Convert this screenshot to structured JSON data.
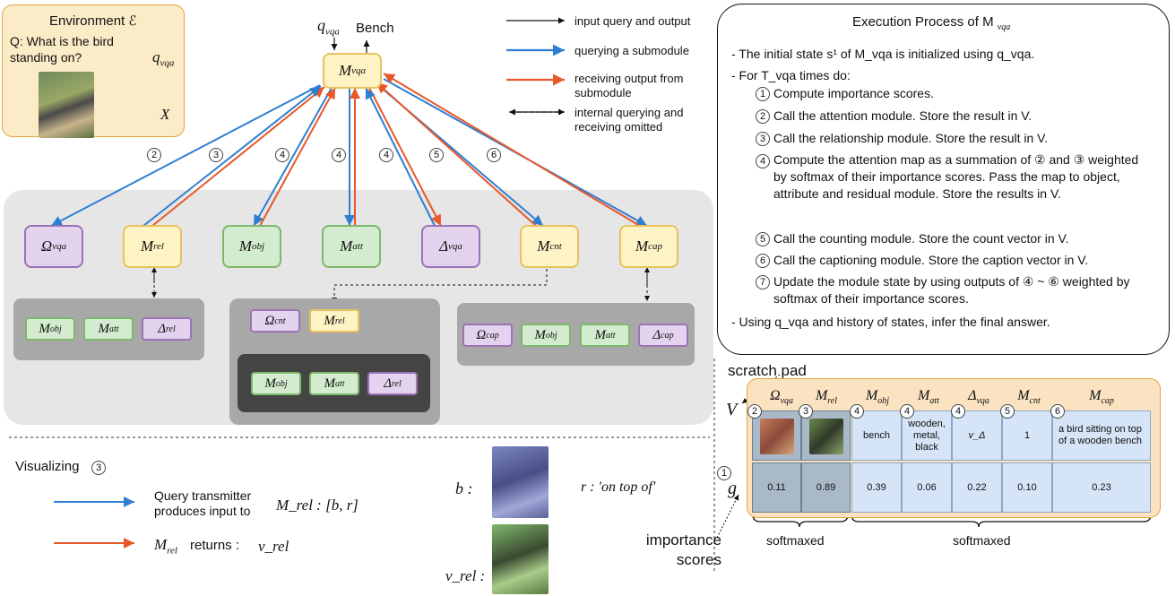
{
  "environment": {
    "title": "Environment ℰ",
    "question": "Q: What is the bird standing on?",
    "q_var": "q",
    "q_sub": "vqa",
    "x_var": "X"
  },
  "top": {
    "q_label": "q",
    "q_sub": "vqa",
    "bench": "Bench",
    "main_module": "M",
    "main_sub": "vqa"
  },
  "legend": {
    "items": [
      {
        "label": "input query and output",
        "color": "#111111"
      },
      {
        "label": "querying a submodule",
        "color": "#2f7fd1"
      },
      {
        "label": "receiving output from submodule",
        "color": "#e8582a"
      },
      {
        "label": "internal querying and receiving omitted",
        "color": "#111111"
      }
    ]
  },
  "edge_numbers": [
    "2",
    "3",
    "4",
    "4",
    "4",
    "5",
    "6"
  ],
  "modules": [
    {
      "sym": "Ω",
      "sub": "vqa",
      "color": "purple"
    },
    {
      "sym": "M",
      "sub": "rel",
      "color": "yellow"
    },
    {
      "sym": "M",
      "sub": "obj",
      "color": "green"
    },
    {
      "sym": "M",
      "sub": "att",
      "color": "green"
    },
    {
      "sym": "Δ",
      "sub": "vqa",
      "color": "purple"
    },
    {
      "sym": "M",
      "sub": "cnt",
      "color": "yellow"
    },
    {
      "sym": "M",
      "sub": "cap",
      "color": "yellow"
    }
  ],
  "rel_sub": [
    {
      "sym": "M",
      "sub": "obj"
    },
    {
      "sym": "M",
      "sub": "att"
    },
    {
      "sym": "Δ",
      "sub": "rel"
    }
  ],
  "cnt_sub": [
    {
      "sym": "Ω",
      "sub": "cnt"
    },
    {
      "sym": "M",
      "sub": "rel"
    }
  ],
  "cnt_inner": [
    {
      "sym": "M",
      "sub": "obj"
    },
    {
      "sym": "M",
      "sub": "att"
    },
    {
      "sym": "Δ",
      "sub": "rel"
    }
  ],
  "cap_sub": [
    {
      "sym": "Ω",
      "sub": "cap"
    },
    {
      "sym": "M",
      "sub": "obj"
    },
    {
      "sym": "M",
      "sub": "att"
    },
    {
      "sym": "Δ",
      "sub": "cap"
    }
  ],
  "execution": {
    "title": "Execution Process of M",
    "title_sub": "vqa",
    "lines": [
      "- The initial state s¹ of M_vqa is initialized using q_vqa.",
      "- For T_vqa times do:"
    ],
    "steps": [
      {
        "n": "1",
        "text": "Compute importance scores."
      },
      {
        "n": "2",
        "text": "Call the attention module. Store the result in V."
      },
      {
        "n": "3",
        "text": "Call the relationship module. Store the result in V."
      },
      {
        "n": "4",
        "text": "Compute the attention map as a summation of ② and ③ weighted by softmax of their importance scores. Pass the map to object, attribute and residual module. Store the results in V."
      },
      {
        "n": "5",
        "text": "Call the counting module. Store the count vector in V."
      },
      {
        "n": "6",
        "text": "Call the captioning module. Store the caption vector in V."
      },
      {
        "n": "7",
        "text": "Update the module state by using outputs of ④ ~ ⑥ weighted by softmax of their importance scores."
      }
    ],
    "final": "- Using q_vqa and history of states, infer the final answer."
  },
  "scratch": {
    "label": "scratch pad",
    "v": "V",
    "g": "g",
    "headers": [
      {
        "sym": "Ω",
        "sub": "vqa"
      },
      {
        "sym": "M",
        "sub": "rel"
      },
      {
        "sym": "M",
        "sub": "obj"
      },
      {
        "sym": "M",
        "sub": "att"
      },
      {
        "sym": "Δ",
        "sub": "vqa"
      },
      {
        "sym": "M",
        "sub": "cnt"
      },
      {
        "sym": "M",
        "sub": "cap"
      }
    ],
    "row_nums": [
      "2",
      "3",
      "4",
      "4",
      "4",
      "5",
      "6"
    ],
    "values": [
      "",
      "",
      "bench",
      "wooden, metal, black",
      "v_Δ",
      "1",
      "a bird sitting on top of a wooden bench"
    ],
    "scores": [
      "0.11",
      "0.89",
      "0.39",
      "0.06",
      "0.22",
      "0.10",
      "0.23"
    ],
    "g_num": "1",
    "softmaxed_1": "softmaxed",
    "softmaxed_2": "softmaxed",
    "importance": "importance scores"
  },
  "visualizing": {
    "title": "Visualizing",
    "num": "3",
    "query_text": "Query transmitter produces input to",
    "rel_eq": "M_rel : [b, r]",
    "returns_text": "returns :",
    "v_rel": "v_rel",
    "b_label": "b :",
    "r_label": "r : 'on top of'",
    "vrel_label": "v_rel :"
  }
}
